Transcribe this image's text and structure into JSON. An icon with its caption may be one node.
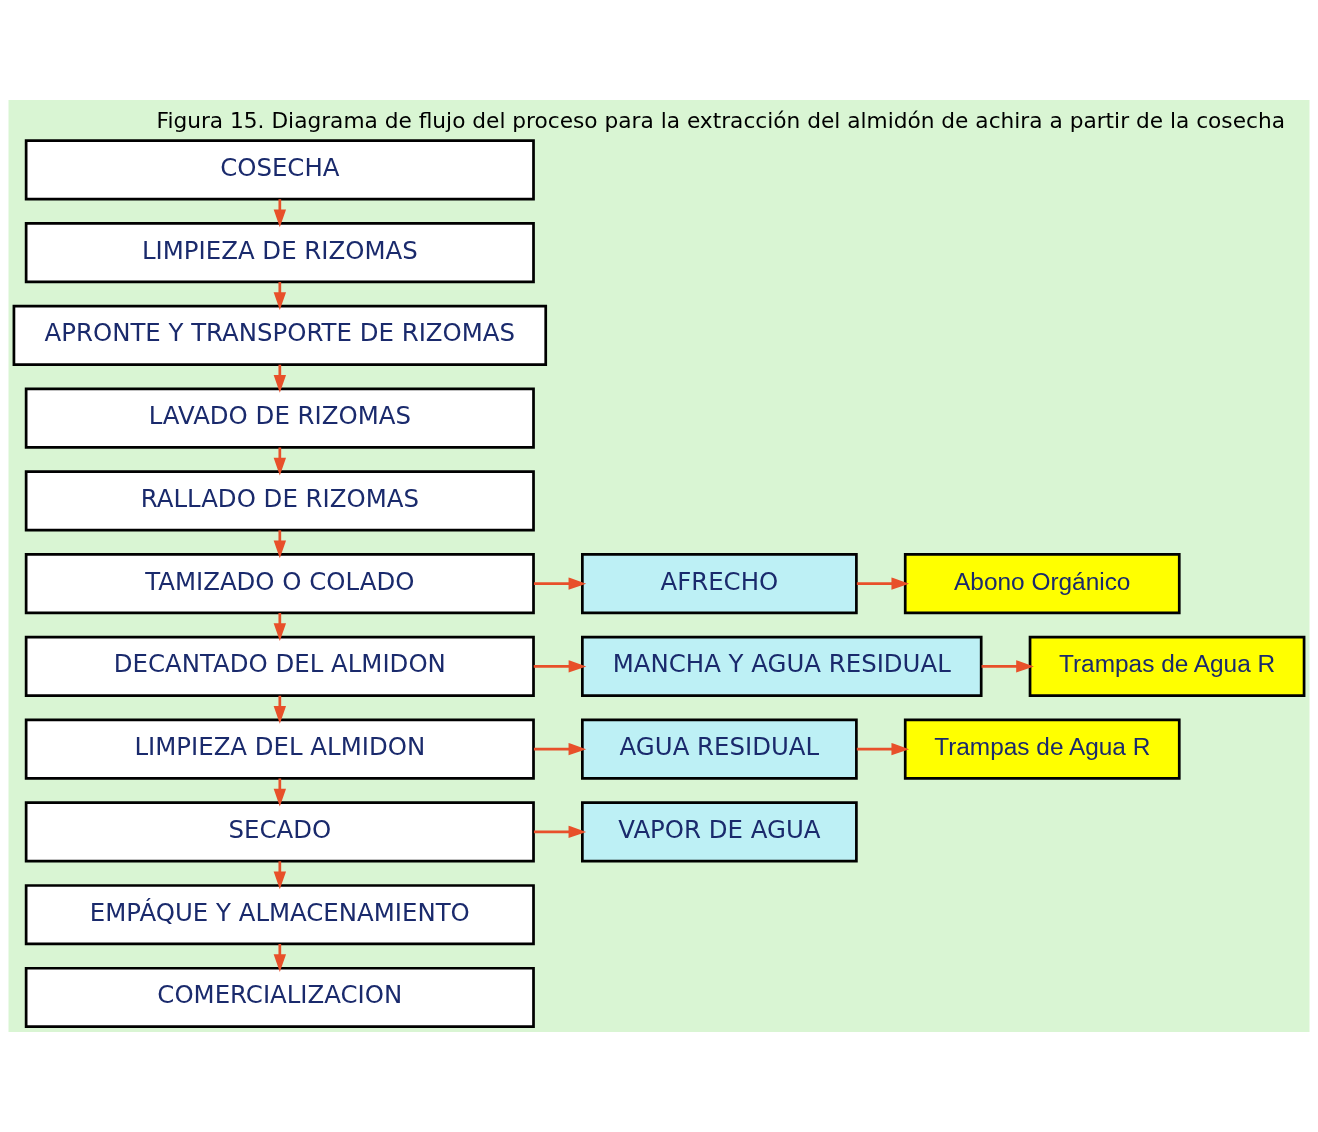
{
  "diagram": {
    "caption": "Figura 15. Diagrama de flujo del proceso para la extracción del almidón de achira a partir de la cosecha",
    "nodes": [
      {
        "text": [
          "COSECHA"
        ]
      },
      {
        "text": [
          "LIMPIEZA DE RIZOMAS"
        ]
      },
      {
        "text": [
          "APRONTE Y TRANSPORTE DE RIZOMAS"
        ]
      },
      {
        "text": [
          "LAVADO DE RIZOMAS"
        ]
      },
      {
        "text": [
          "RALLADO DE RIZOMAS"
        ]
      },
      {
        "text": [
          "TAMIZADO O COLADO"
        ]
      },
      {
        "text": [
          "DECANTADO DEL ALMIDON"
        ]
      },
      {
        "text": [
          "LIMPIEZA DEL ALMIDON"
        ]
      },
      {
        "text": [
          "SECADO"
        ]
      },
      {
        "text": [
          "EMPÁQUE Y ALMACENAMIENTO"
        ]
      },
      {
        "text": [
          "COMERCIALIZACION"
        ]
      },
      {
        "text": [
          "AFRECHO"
        ]
      },
      {
        "text": [
          "Abono Orgánico"
        ]
      },
      {
        "text": [
          "MANCHA Y AGUA RESIDUAL"
        ]
      },
      {
        "text": [
          "Trampas de Agua R"
        ]
      },
      {
        "text": [
          "AGUA RESIDUAL"
        ]
      },
      {
        "text": [
          "Trampas de Agua R"
        ]
      },
      {
        "text": [
          "VAPOR DE AGUA"
        ]
      }
    ],
    "edges": [
      {
        "from": 0,
        "to": 1,
        "arrow": "to"
      },
      {
        "from": 1,
        "to": 2,
        "arrow": "to"
      },
      {
        "from": 2,
        "to": 3,
        "arrow": "to"
      },
      {
        "from": 3,
        "to": 4,
        "arrow": "to"
      },
      {
        "from": 4,
        "to": 5,
        "arrow": "to"
      },
      {
        "from": 5,
        "to": 6,
        "arrow": "to"
      },
      {
        "from": 6,
        "to": 7,
        "arrow": "to"
      },
      {
        "from": 7,
        "to": 8,
        "arrow": "to"
      },
      {
        "from": 8,
        "to": 9,
        "arrow": "to"
      },
      {
        "from": 9,
        "to": 10,
        "arrow": "to"
      },
      {
        "from": 5,
        "to": 11,
        "arrow": "to"
      },
      {
        "from": 11,
        "to": 12,
        "arrow": "to"
      },
      {
        "from": 6,
        "to": 13,
        "arrow": "to"
      },
      {
        "from": 13,
        "to": 14,
        "arrow": "to"
      },
      {
        "from": 7,
        "to": 15,
        "arrow": "to"
      },
      {
        "from": 15,
        "to": 16,
        "arrow": "to"
      },
      {
        "from": 8,
        "to": 17,
        "arrow": "to"
      }
    ]
  }
}
